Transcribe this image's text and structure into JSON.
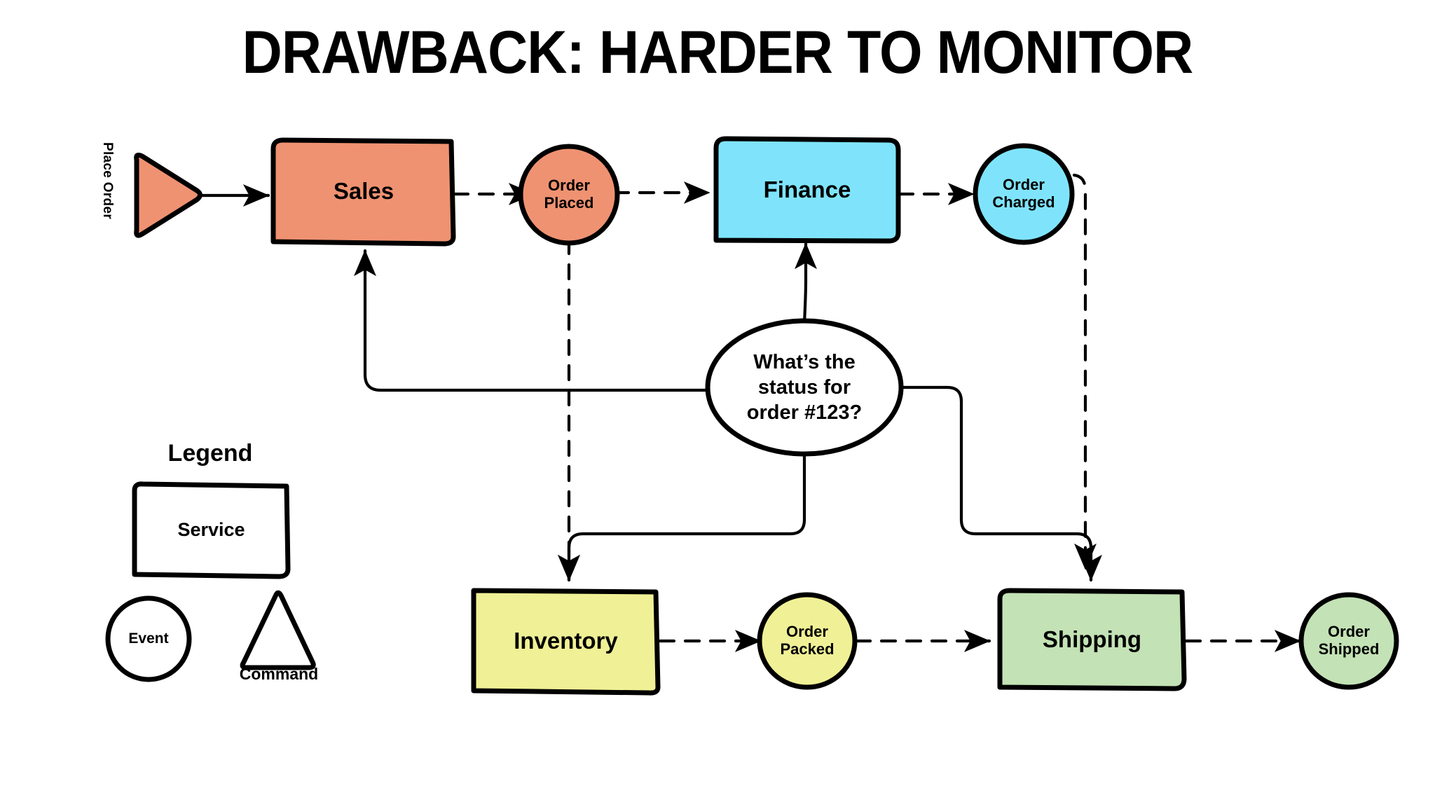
{
  "page": {
    "title": "DRAWBACK: HARDER TO MONITOR",
    "background": "#ffffff"
  },
  "colors": {
    "sales": "#ef9271",
    "order_placed": "#ef9271",
    "finance": "#7fe4fb",
    "order_charged": "#7fe4fb",
    "inventory": "#f0f096",
    "order_packed": "#f0f096",
    "shipping": "#c3e2b5",
    "order_shipped": "#c3e2b5",
    "question": "#ffffff",
    "stroke": "#000000"
  },
  "command": {
    "label": "Place Order",
    "shape": "triangle-right"
  },
  "services": [
    {
      "id": "sales",
      "label": "Sales",
      "shape": "rounded-rect",
      "fill": "#ef9271"
    },
    {
      "id": "finance",
      "label": "Finance",
      "shape": "rounded-rect",
      "fill": "#7fe4fb"
    },
    {
      "id": "inventory",
      "label": "Inventory",
      "shape": "rounded-rect",
      "fill": "#f0f096"
    },
    {
      "id": "shipping",
      "label": "Shipping",
      "shape": "rounded-rect",
      "fill": "#c3e2b5"
    }
  ],
  "events": [
    {
      "id": "order-placed",
      "line1": "Order",
      "line2": "Placed",
      "fill": "#ef9271"
    },
    {
      "id": "order-charged",
      "line1": "Order",
      "line2": "Charged",
      "fill": "#7fe4fb"
    },
    {
      "id": "order-packed",
      "line1": "Order",
      "line2": "Packed",
      "fill": "#f0f096"
    },
    {
      "id": "order-shipped",
      "line1": "Order",
      "line2": "Shipped",
      "fill": "#c3e2b5"
    }
  ],
  "question": {
    "line1": "What’s the",
    "line2": "status for",
    "line3": "order #123?"
  },
  "legend": {
    "title": "Legend",
    "service_label": "Service",
    "event_label": "Event",
    "command_label": "Command"
  },
  "flow": {
    "edges": [
      {
        "from": "place-order-command",
        "to": "sales",
        "style": "solid"
      },
      {
        "from": "sales",
        "to": "order-placed",
        "style": "dashed"
      },
      {
        "from": "order-placed",
        "to": "finance",
        "style": "dashed"
      },
      {
        "from": "finance",
        "to": "order-charged",
        "style": "dashed"
      },
      {
        "from": "order-placed",
        "to": "inventory",
        "style": "dashed"
      },
      {
        "from": "inventory",
        "to": "order-packed",
        "style": "dashed"
      },
      {
        "from": "order-packed",
        "to": "shipping",
        "style": "dashed"
      },
      {
        "from": "order-charged",
        "to": "shipping",
        "style": "dashed"
      },
      {
        "from": "shipping",
        "to": "order-shipped",
        "style": "dashed"
      },
      {
        "from": "question",
        "to": "sales",
        "style": "solid"
      },
      {
        "from": "question",
        "to": "finance",
        "style": "solid"
      },
      {
        "from": "question",
        "to": "inventory",
        "style": "solid"
      },
      {
        "from": "question",
        "to": "shipping",
        "style": "solid"
      }
    ]
  }
}
